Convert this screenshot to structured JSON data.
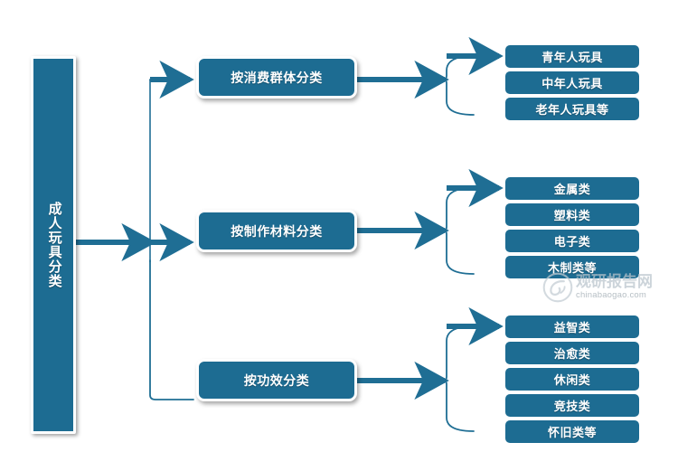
{
  "diagram": {
    "type": "tree-hierarchy",
    "root": {
      "label": "成人玩具分类"
    },
    "branches": [
      {
        "label": "按消费群体分类",
        "leaves": [
          {
            "label": "青年人玩具"
          },
          {
            "label": "中年人玩具"
          },
          {
            "label": "老年人玩具等"
          }
        ]
      },
      {
        "label": "按制作材料分类",
        "leaves": [
          {
            "label": "金属类"
          },
          {
            "label": "塑料类"
          },
          {
            "label": "电子类"
          },
          {
            "label": "木制类等"
          }
        ]
      },
      {
        "label": "按功效分类",
        "leaves": [
          {
            "label": "益智类"
          },
          {
            "label": "治愈类"
          },
          {
            "label": "休闲类"
          },
          {
            "label": "竞技类"
          },
          {
            "label": "怀旧类等"
          }
        ]
      }
    ],
    "colors": {
      "node_fill": "#1d6c92",
      "node_text": "#ffffff",
      "connector": "#1f6e94",
      "background": "#ffffff"
    }
  },
  "watermark": {
    "title": "观研报告网",
    "url": "chinabaogao.com"
  }
}
